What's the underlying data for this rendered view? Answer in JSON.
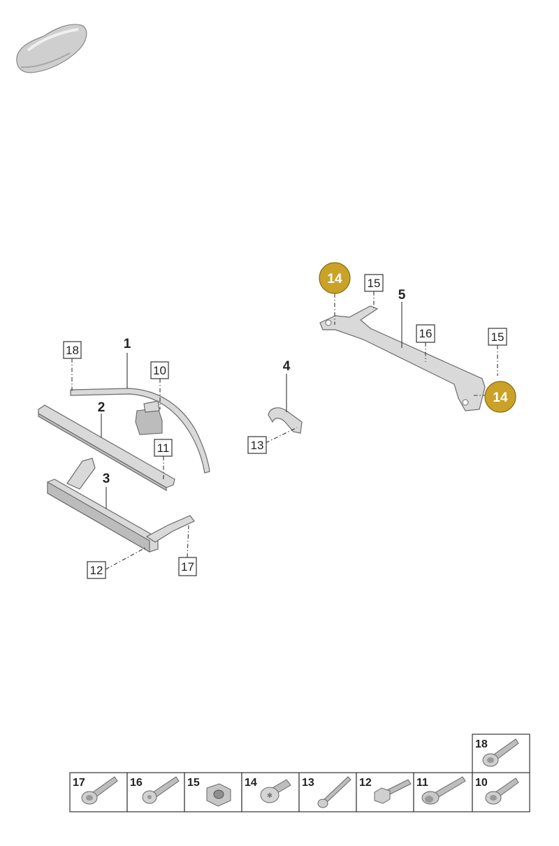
{
  "callouts": {
    "c1": "1",
    "c2": "2",
    "c3": "3",
    "c4": "4",
    "c5": "5",
    "b18": "18",
    "b10": "10",
    "b11": "11",
    "b12": "12",
    "b17": "17",
    "b13": "13",
    "b15a": "15",
    "b15b": "15",
    "b16": "16",
    "h14a": "14",
    "h14b": "14"
  },
  "highlight_color": "#c9a227",
  "fastener_table": [
    {
      "number": "18",
      "icon": "flange-bolt-icon"
    },
    {
      "number": "17",
      "icon": "flange-bolt-icon"
    },
    {
      "number": "16",
      "icon": "pan-head-bolt-icon"
    },
    {
      "number": "15",
      "icon": "hex-nut-icon"
    },
    {
      "number": "14",
      "icon": "torx-head-bolt-icon"
    },
    {
      "number": "13",
      "icon": "long-bolt-icon"
    },
    {
      "number": "12",
      "icon": "hex-flange-bolt-icon"
    },
    {
      "number": "11",
      "icon": "shoulder-bolt-icon"
    },
    {
      "number": "10",
      "icon": "flange-bolt-icon"
    }
  ]
}
